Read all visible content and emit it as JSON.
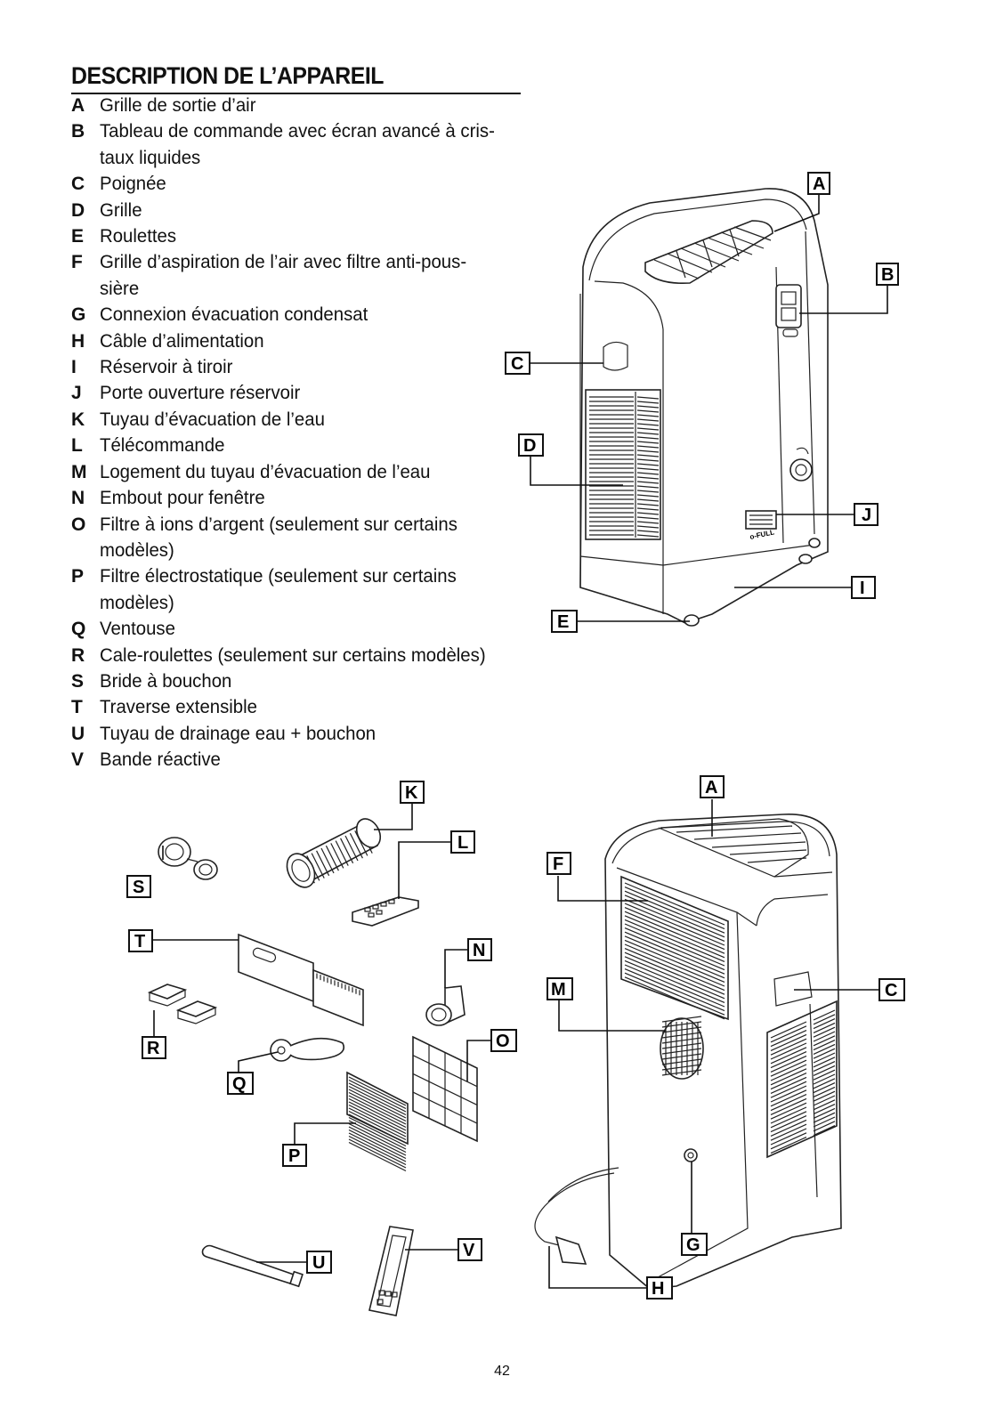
{
  "title": "DESCRIPTION DE L’APPAREIL",
  "items": [
    {
      "letter": "A",
      "text": "Grille de sortie d’air"
    },
    {
      "letter": "B",
      "text": "Tableau de commande avec écran avancé à cris-",
      "text2": "taux liquides"
    },
    {
      "letter": "C",
      "text": "Poignée"
    },
    {
      "letter": "D",
      "text": "Grille"
    },
    {
      "letter": "E",
      "text": "Roulettes"
    },
    {
      "letter": "F",
      "text": "Grille d’aspiration de l’air avec filtre anti-pous-",
      "text2": "sière"
    },
    {
      "letter": "G",
      "text": "Connexion évacuation condensat"
    },
    {
      "letter": "H",
      "text": "Câble d’alimentation"
    },
    {
      "letter": "I",
      "text": "Réservoir à tiroir"
    },
    {
      "letter": "J",
      "text": "Porte ouverture réservoir"
    },
    {
      "letter": "K",
      "text": "Tuyau d’évacuation de l’eau"
    },
    {
      "letter": "L",
      "text": "Télécommande"
    },
    {
      "letter": "M",
      "text": "Logement du tuyau d’évacuation de l’eau"
    },
    {
      "letter": "N",
      "text": "Embout pour fenêtre"
    },
    {
      "letter": "O",
      "text": "Filtre à ions d’argent (seulement sur certains",
      "text2": "modèles)"
    },
    {
      "letter": "P",
      "text": "Filtre électrostatique (seulement sur certains",
      "text2": "modèles)"
    },
    {
      "letter": "Q",
      "text": "Ventouse"
    },
    {
      "letter": "R",
      "text": "Cale-roulettes (seulement sur certains modèles)"
    },
    {
      "letter": "S",
      "text": "Bride à bouchon"
    },
    {
      "letter": "T",
      "text": "Traverse extensible"
    },
    {
      "letter": "U",
      "text": "Tuyau de drainage eau + bouchon"
    },
    {
      "letter": "V",
      "text": "Bande réactive"
    }
  ],
  "callouts": {
    "front": [
      "A",
      "B",
      "C",
      "D",
      "J",
      "I",
      "E"
    ],
    "accessories": [
      "K",
      "L",
      "S",
      "T",
      "N",
      "R",
      "O",
      "Q",
      "P",
      "U",
      "V"
    ],
    "rear": [
      "A",
      "F",
      "M",
      "C",
      "G",
      "H"
    ]
  },
  "device_labels": {
    "tank_label": "o-FULL"
  },
  "page_number": "42"
}
